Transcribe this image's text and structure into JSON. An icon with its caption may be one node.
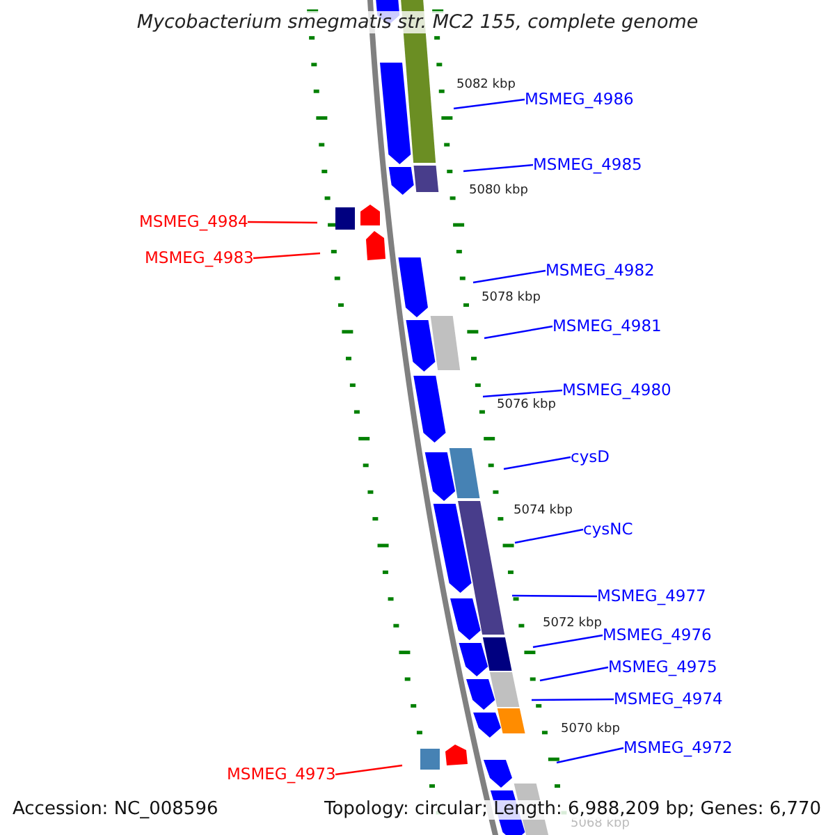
{
  "diagram": {
    "title": "Mycobacterium smegmatis str. MC2 155, complete genome",
    "nodes": [
      {
        "text": [
          "MSMEG_4986"
        ]
      },
      {
        "text": [
          "MSMEG_4985"
        ]
      },
      {
        "text": [
          "MSMEG_4984"
        ]
      },
      {
        "text": [
          "MSMEG_4983"
        ]
      },
      {
        "text": [
          "MSMEG_4982"
        ]
      },
      {
        "text": [
          "MSMEG_4981"
        ]
      },
      {
        "text": [
          "MSMEG_4980"
        ]
      },
      {
        "text": [
          "cysD"
        ]
      },
      {
        "text": [
          "cysNC"
        ]
      },
      {
        "text": [
          "MSMEG_4977"
        ]
      },
      {
        "text": [
          "MSMEG_4976"
        ]
      },
      {
        "text": [
          "MSMEG_4975"
        ]
      },
      {
        "text": [
          "MSMEG_4974"
        ]
      },
      {
        "text": [
          "MSMEG_4973"
        ]
      },
      {
        "text": [
          "MSMEG_4972"
        ]
      }
    ],
    "edges": [
      {
        "from": 0,
        "to": null,
        "arrow": "none"
      },
      {
        "from": 1,
        "to": null,
        "arrow": "none"
      },
      {
        "from": 2,
        "to": null,
        "arrow": "none",
        "color": "#ff0000"
      },
      {
        "from": 3,
        "to": null,
        "arrow": "none",
        "color": "#ff0000"
      },
      {
        "from": 4,
        "to": null,
        "arrow": "none"
      },
      {
        "from": 5,
        "to": null,
        "arrow": "none"
      },
      {
        "from": 6,
        "to": null,
        "arrow": "none"
      },
      {
        "from": 7,
        "to": null,
        "arrow": "none"
      },
      {
        "from": 8,
        "to": null,
        "arrow": "none"
      },
      {
        "from": 9,
        "to": null,
        "arrow": "none"
      },
      {
        "from": 10,
        "to": null,
        "arrow": "none"
      },
      {
        "from": 11,
        "to": null,
        "arrow": "none"
      },
      {
        "from": 12,
        "to": null,
        "arrow": "none"
      },
      {
        "from": 13,
        "to": null,
        "arrow": "none",
        "color": "#ff0000"
      },
      {
        "from": 14,
        "to": null,
        "arrow": "none"
      }
    ],
    "labels": [
      "5082 kbp",
      "5080 kbp",
      "5078 kbp",
      "5076 kbp",
      "5074 kbp",
      "5072 kbp",
      "5070 kbp",
      "5068 kbp",
      "Accession: NC_008596",
      "Topology: circular; Length: 6,988,209 bp; Genes: 6,770"
    ]
  }
}
